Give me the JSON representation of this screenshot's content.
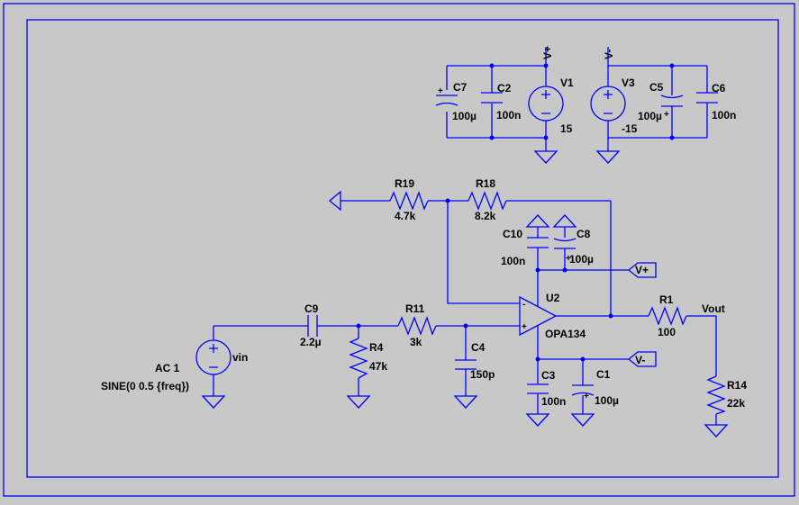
{
  "schematic": {
    "supply": {
      "v1": {
        "name": "V1",
        "value": "15",
        "net": "V+"
      },
      "v3": {
        "name": "V3",
        "value": "-15",
        "net": "V-"
      },
      "c7": {
        "name": "C7",
        "value": "100µ"
      },
      "c2": {
        "name": "C2",
        "value": "100n"
      },
      "c5": {
        "name": "C5",
        "value": "100µ"
      },
      "c6": {
        "name": "C6",
        "value": "100n"
      }
    },
    "feedback": {
      "r19": {
        "name": "R19",
        "value": "4.7k"
      },
      "r18": {
        "name": "R18",
        "value": "8.2k"
      },
      "c10": {
        "name": "C10",
        "value": "100n"
      },
      "c8": {
        "name": "C8",
        "value": "100µ"
      },
      "vplus_flag": "V+"
    },
    "opamp": {
      "name": "U2",
      "model": "OPA134"
    },
    "input": {
      "source_name": "vin",
      "ac_spec": "AC 1",
      "sine_spec": "SINE(0 0.5 {freq})",
      "c9": {
        "name": "C9",
        "value": "2.2µ"
      },
      "r4": {
        "name": "R4",
        "value": "47k"
      },
      "r11": {
        "name": "R11",
        "value": "3k"
      },
      "c4": {
        "name": "C4",
        "value": "150p"
      }
    },
    "negative_supply": {
      "c3": {
        "name": "C3",
        "value": "100n"
      },
      "c1": {
        "name": "C1",
        "value": "100µ"
      },
      "vminus_flag": "V-"
    },
    "output": {
      "r1": {
        "name": "R1",
        "value": "100"
      },
      "net_label": "Vout",
      "r14": {
        "name": "R14",
        "value": "22k"
      }
    },
    "colors": {
      "wire": "#0000ff",
      "background": "#c8c8c8",
      "text": "#000000"
    },
    "symbols": [
      "ground-icon",
      "voltage-source-icon",
      "resistor-icon",
      "capacitor-icon",
      "polarized-capacitor-icon",
      "opamp-icon",
      "net-flag-icon"
    ]
  }
}
